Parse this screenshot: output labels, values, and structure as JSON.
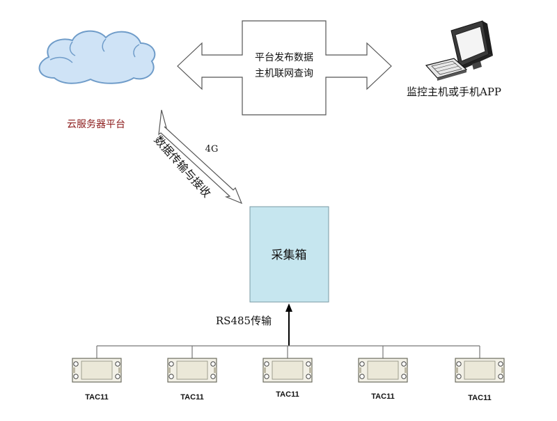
{
  "cloud": {
    "label": "云服务器平台"
  },
  "platform": {
    "line1": "平台发布数据",
    "line2": "主机联网查询"
  },
  "monitor": {
    "label": "监控主机或手机APP"
  },
  "link": {
    "label": "数据传输与接收",
    "tag": "4G"
  },
  "collector": {
    "label": "采集箱",
    "fill": "#c6e6ef"
  },
  "bus": {
    "label": "RS485传输"
  },
  "devices": [
    {
      "label": "TAC11"
    },
    {
      "label": "TAC11"
    },
    {
      "label": "TAC11"
    },
    {
      "label": "TAC11"
    },
    {
      "label": "TAC11"
    }
  ],
  "colors": {
    "cloud_fill": "#cfe3f6",
    "cloud_stroke": "#6f9cc9",
    "cloud_label": "#8b1a1a",
    "line": "#555555"
  }
}
